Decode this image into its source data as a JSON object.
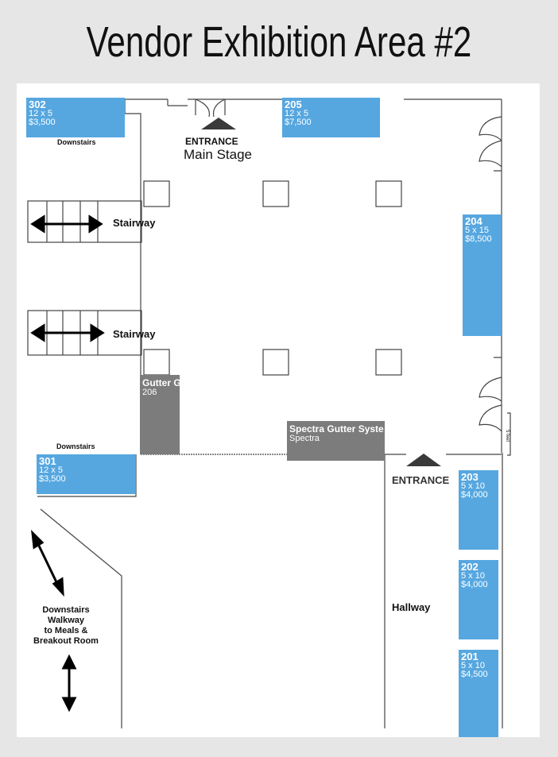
{
  "title": "Vendor Exhibition Area #2",
  "booths": [
    {
      "id": "302",
      "size": "12 x 5",
      "price": "$3,500"
    },
    {
      "id": "205",
      "size": "12 x 5",
      "price": "$7,500"
    },
    {
      "id": "204",
      "size": "5 x 15",
      "price": "$8,500"
    },
    {
      "id": "301",
      "size": "12 x 5",
      "price": "$3,500"
    },
    {
      "id": "203",
      "size": "5 x 10",
      "price": "$4,000"
    },
    {
      "id": "202",
      "size": "5 x 10",
      "price": "$4,000"
    },
    {
      "id": "201",
      "size": "5 x 10",
      "price": "$4,500"
    }
  ],
  "reserved": [
    {
      "name": "Gutter G",
      "number": "206"
    },
    {
      "name": "Spectra Gutter Syste",
      "number": "Spectra"
    }
  ],
  "labels": {
    "entrance_top": "ENTRANCE",
    "main_stage": "Main Stage",
    "downstairs_top": "Downstairs",
    "stairway_1": "Stairway",
    "stairway_2": "Stairway",
    "downstairs_mid": "Downstairs",
    "entrance_right": "ENTRANCE",
    "hallway": "Hallway",
    "five_feet": "5 feet",
    "walkway": [
      "Downstairs",
      "Walkway",
      "to Meals &",
      "Breakout Room"
    ]
  },
  "colors": {
    "booth": "#56a7e0",
    "reserved": "#7c7c7c",
    "background": "#e6e6e6"
  }
}
